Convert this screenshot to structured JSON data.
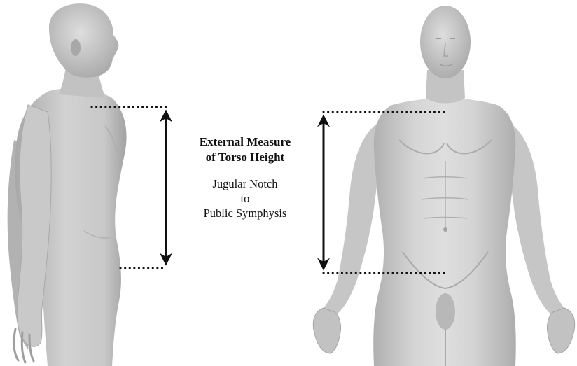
{
  "caption": {
    "title_line1": "External Measure",
    "title_line2": "of Torso Height",
    "sub_line1": "Jugular Notch",
    "sub_line2": "to",
    "sub_line3": "Public Symphysis"
  },
  "figures": [
    {
      "view": "side"
    },
    {
      "view": "front"
    }
  ],
  "colors": {
    "background": "#ffffff",
    "skin_light": "#dcdcdc",
    "skin_mid": "#c4c4c4",
    "skin_dark": "#a9a9a9",
    "line": "#111111"
  }
}
